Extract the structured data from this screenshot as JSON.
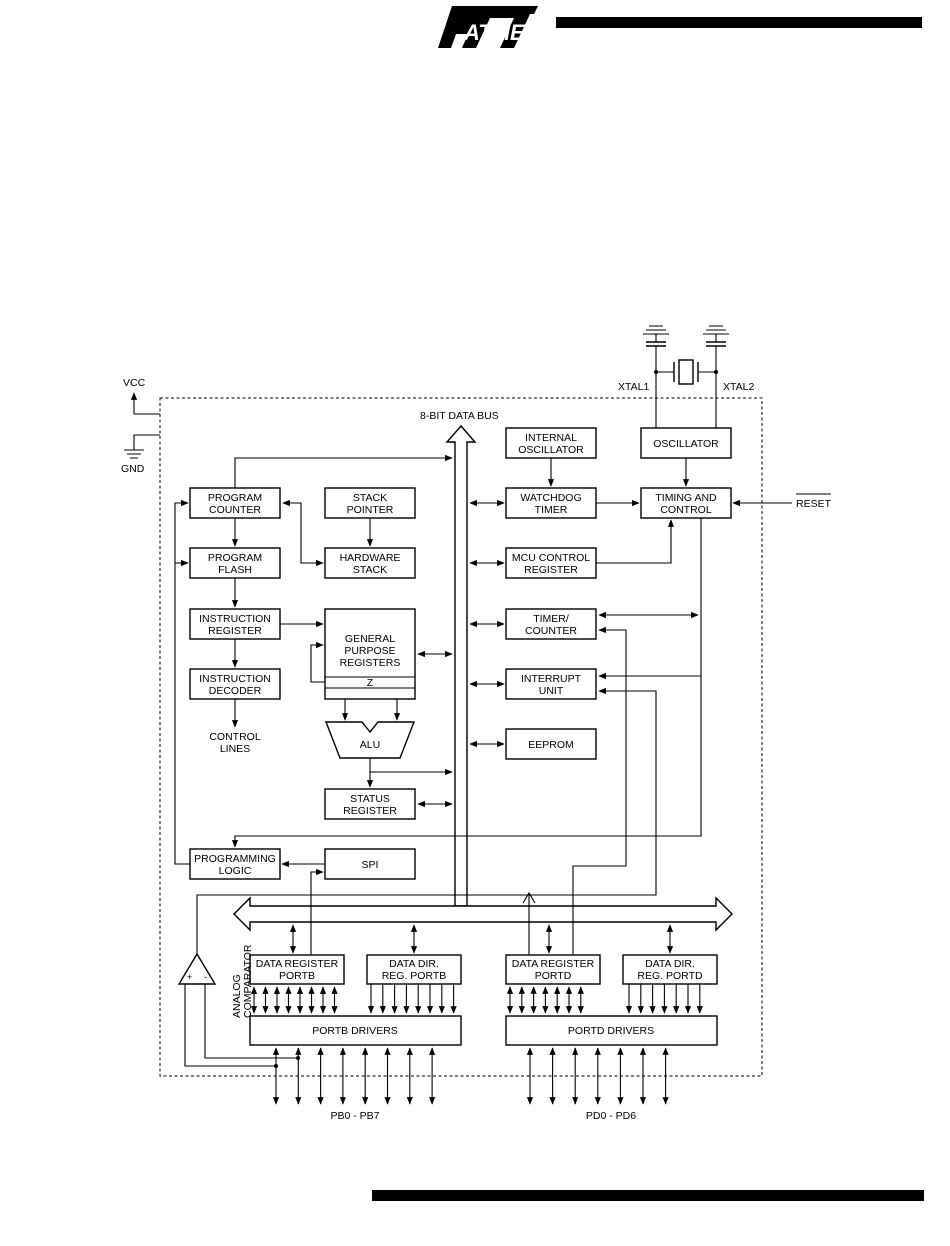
{
  "header": {
    "logo_text": "ATMEL"
  },
  "diagram": {
    "power": {
      "vcc": "VCC",
      "gnd": "GND"
    },
    "bus_label": "8-BIT DATA BUS",
    "xtal1": "XTAL1",
    "xtal2": "XTAL2",
    "reset": "RESET",
    "blocks": {
      "program_counter": [
        "PROGRAM",
        "COUNTER"
      ],
      "stack_pointer": [
        "STACK",
        "POINTER"
      ],
      "program_flash": [
        "PROGRAM",
        "FLASH"
      ],
      "hardware_stack": [
        "HARDWARE",
        "STACK"
      ],
      "instruction_register": [
        "INSTRUCTION",
        "REGISTER"
      ],
      "general_purpose_registers": [
        "GENERAL",
        "PURPOSE",
        "REGISTERS"
      ],
      "z_register": "Z",
      "instruction_decoder": [
        "INSTRUCTION",
        "DECODER"
      ],
      "control_lines": [
        "CONTROL",
        "LINES"
      ],
      "alu": "ALU",
      "status_register": [
        "STATUS",
        "REGISTER"
      ],
      "programming_logic": [
        "PROGRAMMING",
        "LOGIC"
      ],
      "spi": "SPI",
      "internal_oscillator": [
        "INTERNAL",
        "OSCILLATOR"
      ],
      "oscillator": "OSCILLATOR",
      "watchdog_timer": [
        "WATCHDOG",
        "TIMER"
      ],
      "timing_and_control": [
        "TIMING AND",
        "CONTROL"
      ],
      "mcu_control_register": [
        "MCU CONTROL",
        "REGISTER"
      ],
      "timer_counter": [
        "TIMER/",
        "COUNTER"
      ],
      "interrupt_unit": [
        "INTERRUPT",
        "UNIT"
      ],
      "eeprom": "EEPROM",
      "data_register_portb": [
        "DATA REGISTER",
        "PORTB"
      ],
      "data_dir_reg_portb": [
        "DATA DIR.",
        "REG. PORTB"
      ],
      "data_register_portd": [
        "DATA REGISTER",
        "PORTD"
      ],
      "data_dir_reg_portd": [
        "DATA DIR.",
        "REG. PORTD"
      ],
      "portb_drivers": "PORTB DRIVERS",
      "portd_drivers": "PORTD DRIVERS",
      "analog_comparator": [
        "ANALOG",
        "COMPARATOR"
      ],
      "comp_plus": "+",
      "comp_minus": "-"
    },
    "pins_b": "PB0 - PB7",
    "pins_d": "PD0 - PD6"
  }
}
